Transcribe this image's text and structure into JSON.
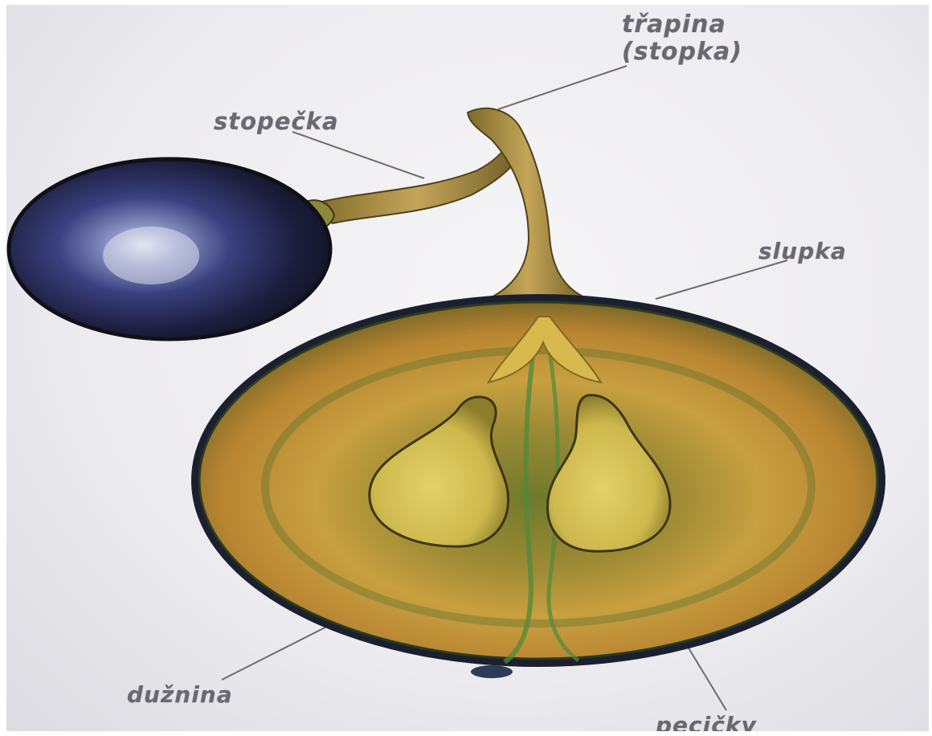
{
  "labels": {
    "trapina_line1": "třapina",
    "trapina_line2": "(stopka)",
    "stopecka": "stopečka",
    "slupka": "slupka",
    "duznina": "dužnina",
    "pecicky": "pecičky"
  },
  "colors": {
    "background": "#ecebef",
    "label_text": "#6a6870",
    "grape_skin": "#2b2f5c",
    "flesh": "#c9a24a",
    "flesh_dark": "#5d6a2e",
    "seed": "#d8c45a",
    "stem": "#a88b3e"
  }
}
